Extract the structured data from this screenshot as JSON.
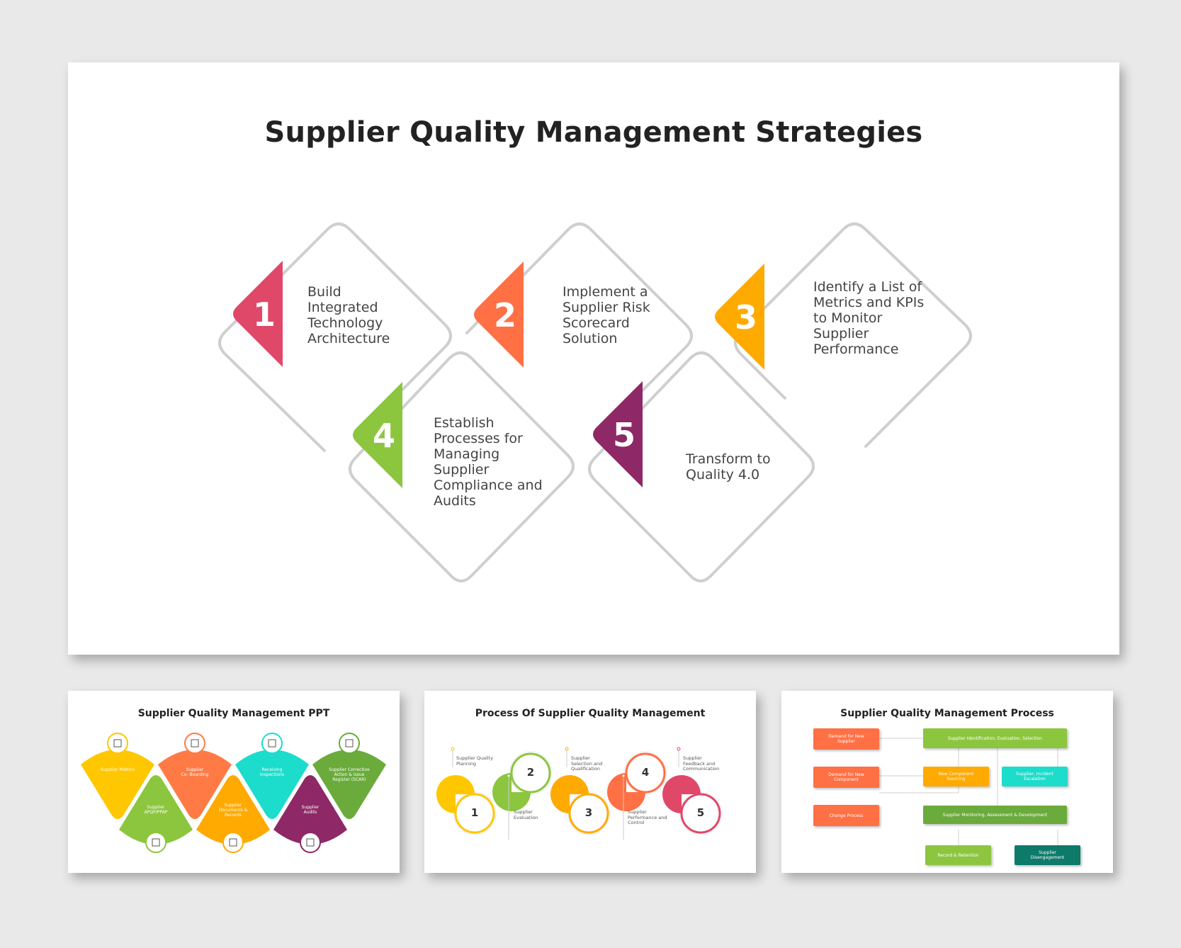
{
  "main_slide": {
    "title": "Supplier Quality Management Strategies",
    "steps": [
      {
        "number": "1",
        "text": "Build\nIntegrated\nTechnology\nArchitecture",
        "color": "#E04869"
      },
      {
        "number": "2",
        "text": "Implement a\nSupplier Risk\nScorecard\nSolution",
        "color": "#FF7045"
      },
      {
        "number": "3",
        "text": "Identify a List of\nMetrics and KPIs\nto Monitor\nSupplier\nPerformance",
        "color": "#FFAA00"
      },
      {
        "number": "4",
        "text": "Establish\nProcesses for\nManaging\nSupplier\nCompliance and\nAudits",
        "color": "#8CC63F"
      },
      {
        "number": "5",
        "text": "Transform to\nQuality 4.0",
        "color": "#8E2866"
      }
    ]
  },
  "thumb_1": {
    "title": "Supplier Quality Management PPT",
    "shapes": [
      {
        "label": "Supplier Metrics",
        "color": "#FFC700"
      },
      {
        "label": "Supplier\nAPQP/PPAP",
        "color": "#8CC63F"
      },
      {
        "label": "Supplier\nCo- Boarding",
        "color": "#FF7A45"
      },
      {
        "label": "Supplier\nDocuments &\nRecords",
        "color": "#FFAA00"
      },
      {
        "label": "Receiving\nInspections",
        "color": "#1CDCCB"
      },
      {
        "label": "Supplier\nAudits",
        "color": "#8E2866"
      },
      {
        "label": "Supplier Corrective\nAction & Issue\nRegister (SCAR)",
        "color": "#6AAB3C"
      }
    ]
  },
  "thumb_2": {
    "title": "Process Of Supplier Quality Management",
    "items": [
      {
        "number": "1",
        "label": "Supplier Quality\nPlanning",
        "color": "#FFC700"
      },
      {
        "number": "2",
        "label": "Supplier\nEvaluation",
        "color": "#8CC63F"
      },
      {
        "number": "3",
        "label": "Supplier\nSelection and\nQualification",
        "color": "#FFAA00"
      },
      {
        "number": "4",
        "label": "Supplier\nPerformance and\nControl",
        "color": "#FF7045"
      },
      {
        "number": "5",
        "label": "Supplier\nFeedback and\nCommunication",
        "color": "#E04869"
      }
    ]
  },
  "thumb_3": {
    "title": "Supplier Quality Management Process",
    "boxes": {
      "demand_supplier": "Demand for New\nSupplier",
      "demand_component": "Demand for New\nComponent",
      "change_process": "Change Process",
      "identification": "Supplier Identification, Evaluation, Selection",
      "new_component": "New Component\nSourcing",
      "incident": "Supplier, Incident\nEscalation",
      "monitoring": "Supplier Monitoring, Assessment & Development",
      "record": "Record & Retention",
      "disengagement": "Supplier\nDisengagement"
    },
    "colors": {
      "orange": "#FF7045",
      "green": "#8CC63F",
      "amber": "#FFAA00",
      "teal": "#1CDCCB",
      "darkgreen": "#6AAB3C",
      "deepteal": "#0E7A6A"
    }
  }
}
